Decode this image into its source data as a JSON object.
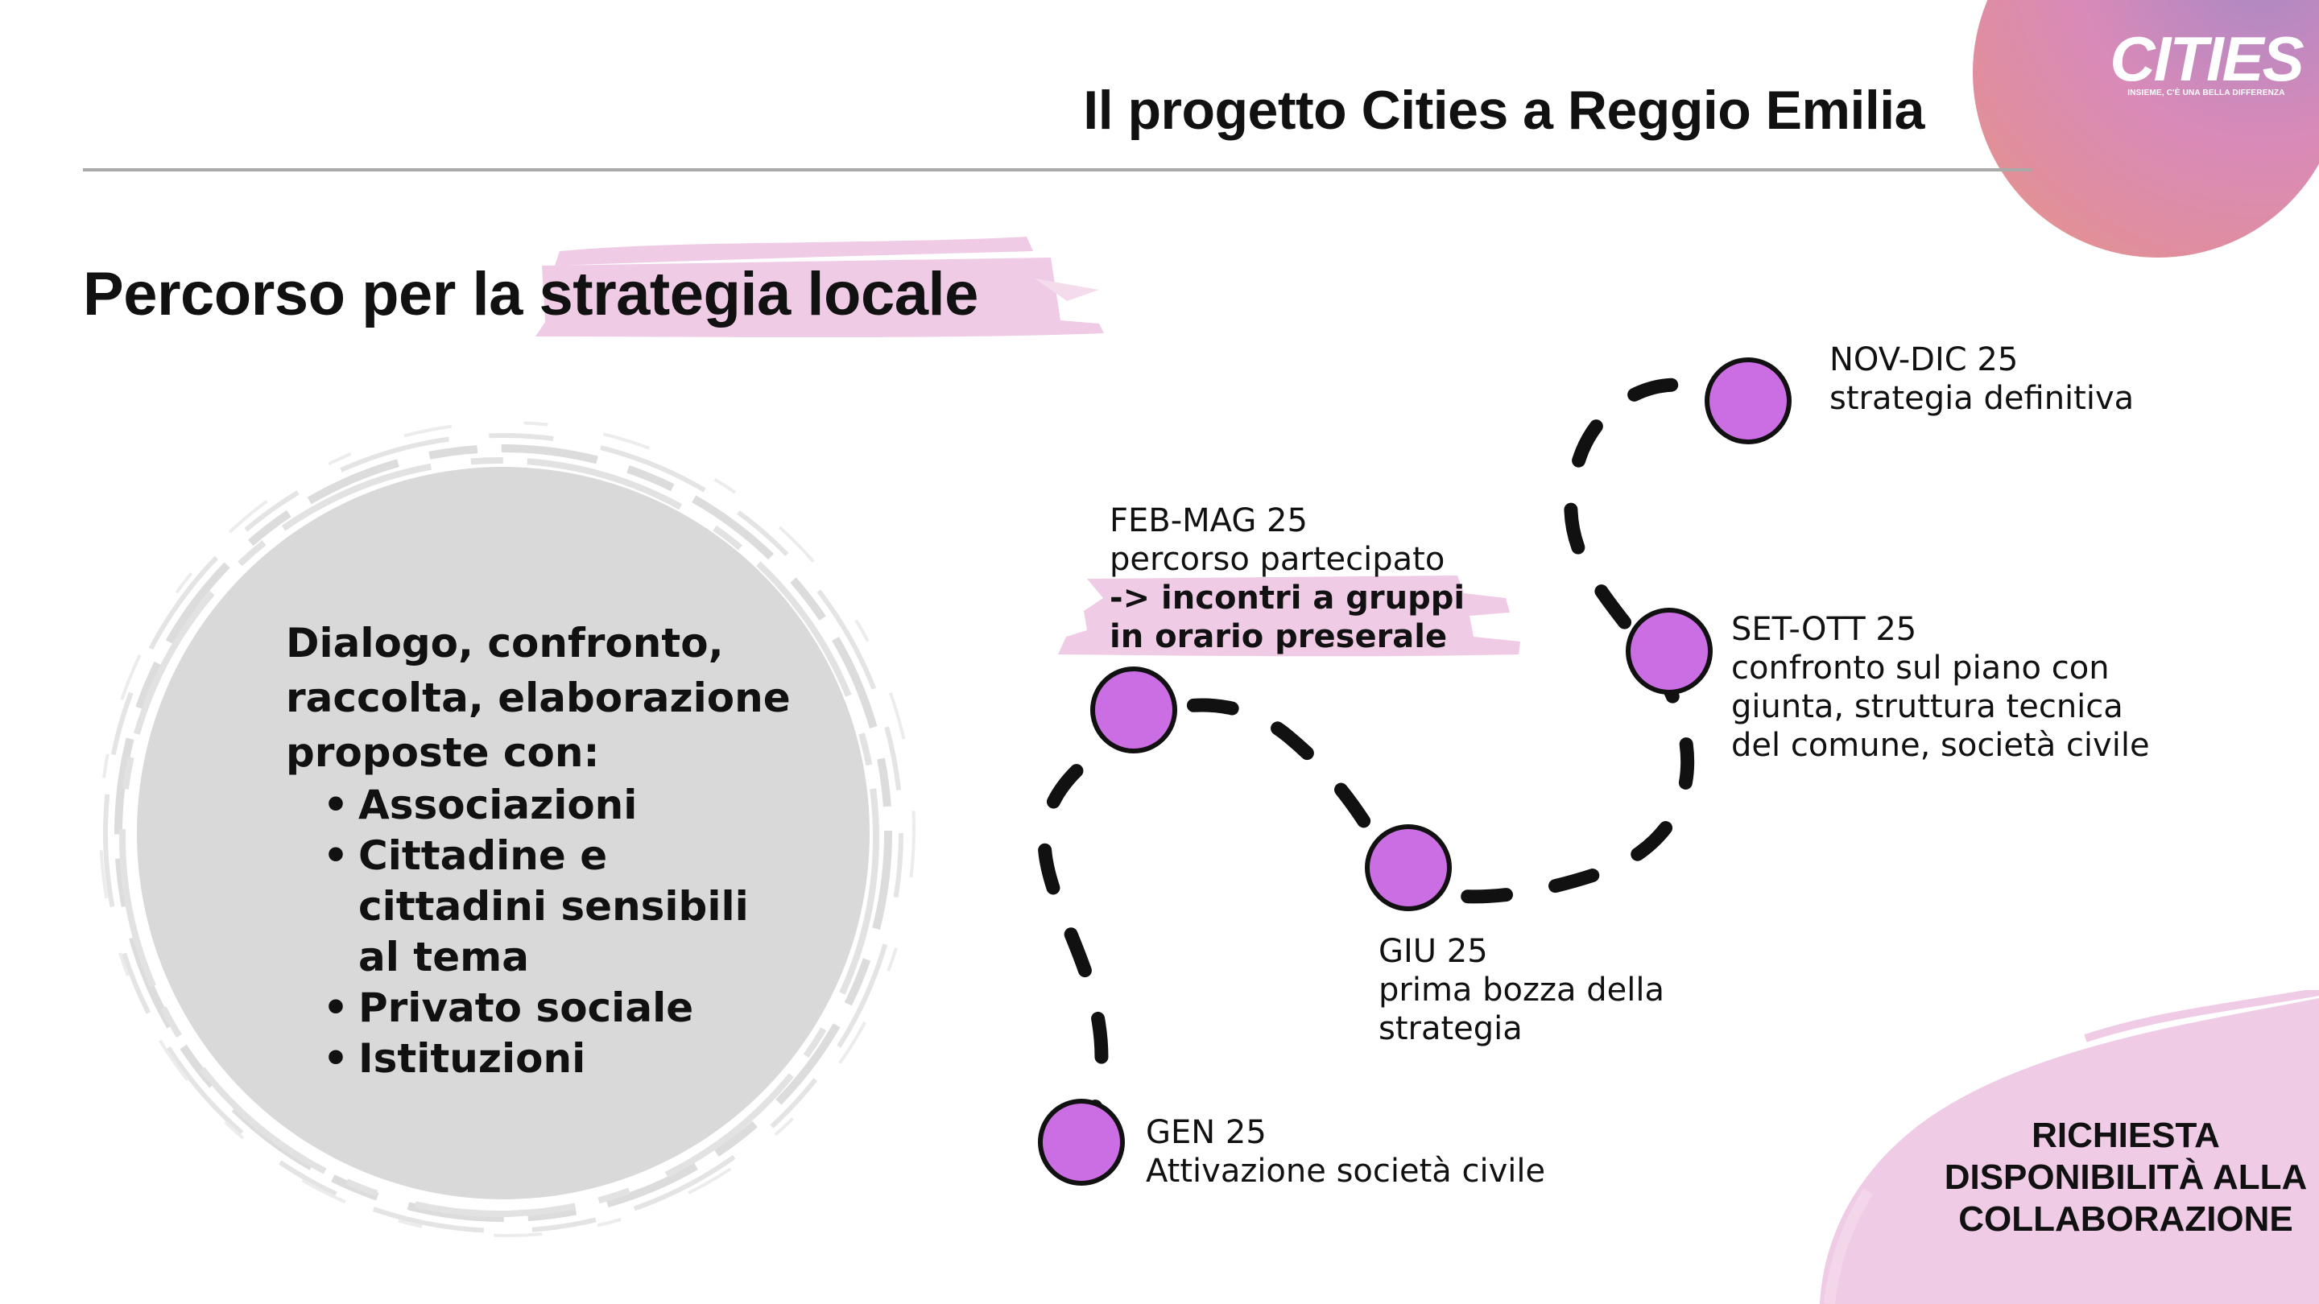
{
  "header": {
    "title": "Il progetto Cities a Reggio Emilia"
  },
  "logo": {
    "name": "CITIES",
    "tagline": "INSIEME, C'È UNA BELLA DIFFERENZA"
  },
  "section": {
    "title_prefix": "Percorso per la ",
    "title_highlight": "strategia locale"
  },
  "circle": {
    "intro": "Dialogo, confronto, raccolta, elaborazione proposte con:",
    "items": [
      "Associazioni",
      "Cittadine e cittadini sensibili al tema",
      "Privato sociale",
      "Istituzioni"
    ]
  },
  "timeline": {
    "gen": {
      "date": "GEN 25",
      "desc": "Attivazione società civile"
    },
    "febmag": {
      "date": "FEB-MAG 25",
      "desc": "percorso partecipato",
      "bold": "-> incontri a gruppi\n in orario preserale"
    },
    "giu": {
      "date": "GIU 25",
      "desc": "prima bozza della\nstrategia"
    },
    "setott": {
      "date": "SET-OTT 25",
      "desc": "confronto sul piano con\ngiunta, struttura tecnica\ndel comune, società civile"
    },
    "novdic": {
      "date": "NOV-DIC 25",
      "desc": "strategia definitiva"
    }
  },
  "cta": {
    "text": "RICHIESTA DISPONIBILITÀ ALLA COLLABORAZIONE"
  },
  "colors": {
    "node_fill": "#cc6ee3",
    "highlight": "#f0cfe6",
    "circle_gray": "#d9d9d9",
    "rule": "#a9a9a9"
  }
}
